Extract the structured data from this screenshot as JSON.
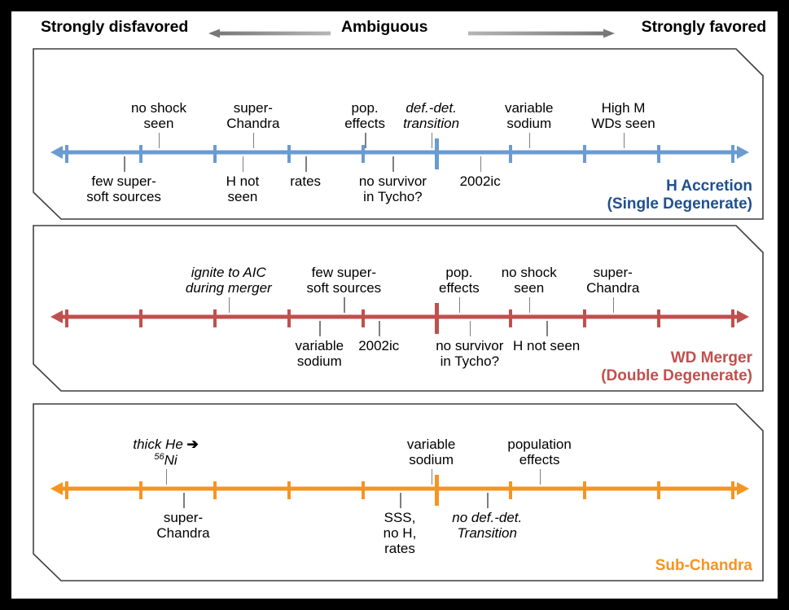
{
  "header": {
    "left_label": "Strongly disfavored",
    "center_label": "Ambiguous",
    "right_label": "Strongly favored",
    "left_arrow_icon": "left-arrow-icon",
    "right_arrow_icon": "right-arrow-icon"
  },
  "colors": {
    "blue": "#6A9BD1",
    "blue_dark": "#1F5090",
    "red": "#C0504D",
    "red_title": "#C0504D",
    "orange": "#F79421",
    "orange_title": "#F79421",
    "leader": "#7F7F7F",
    "panel_border": "#3F3F3F",
    "background": "#FFFFFF",
    "outer": "#000000"
  },
  "panels": [
    {
      "id": "h-accretion",
      "title_line1": "H Accretion",
      "title_line2": "(Single Degenerate)",
      "color": "#6A9BD1",
      "title_color": "#1F5090",
      "axis_ticks": 10,
      "center_tick_index": 5,
      "labels_above": [
        {
          "text_lines": [
            "no shock",
            "seen"
          ],
          "x": 0.155,
          "italic": false
        },
        {
          "text_lines": [
            "super-",
            "Chandra"
          ],
          "x": 0.29,
          "italic": false
        },
        {
          "text_lines": [
            "pop.",
            "effects"
          ],
          "x": 0.45,
          "italic": false
        },
        {
          "text_lines": [
            "def.-det.",
            "transition"
          ],
          "x": 0.545,
          "italic": true
        },
        {
          "text_lines": [
            "variable",
            "sodium"
          ],
          "x": 0.685,
          "italic": false
        },
        {
          "text_lines": [
            "High M",
            "WDs seen"
          ],
          "x": 0.82,
          "italic": false
        }
      ],
      "labels_below": [
        {
          "text_lines": [
            "few super-",
            "soft sources"
          ],
          "x": 0.105,
          "italic": false
        },
        {
          "text_lines": [
            "H not",
            "seen"
          ],
          "x": 0.275,
          "italic": false
        },
        {
          "text_lines": [
            "rates"
          ],
          "x": 0.365,
          "italic": false
        },
        {
          "text_lines": [
            "no survivor",
            "in Tycho?"
          ],
          "x": 0.49,
          "italic": false
        },
        {
          "text_lines": [
            "2002ic"
          ],
          "x": 0.615,
          "italic": false
        }
      ]
    },
    {
      "id": "wd-merger",
      "title_line1": "WD Merger",
      "title_line2": "(Double Degenerate)",
      "color": "#C0504D",
      "title_color": "#C0504D",
      "axis_ticks": 10,
      "center_tick_index": 5,
      "labels_above": [
        {
          "text_lines": [
            "ignite to AIC",
            "during merger"
          ],
          "x": 0.255,
          "italic": true
        },
        {
          "text_lines": [
            "few super-",
            "soft sources"
          ],
          "x": 0.42,
          "italic": false
        },
        {
          "text_lines": [
            "pop.",
            "effects"
          ],
          "x": 0.585,
          "italic": false
        },
        {
          "text_lines": [
            "no shock",
            "seen"
          ],
          "x": 0.685,
          "italic": false
        },
        {
          "text_lines": [
            "super-",
            "Chandra"
          ],
          "x": 0.805,
          "italic": false
        }
      ],
      "labels_below": [
        {
          "text_lines": [
            "variable",
            "sodium"
          ],
          "x": 0.385,
          "italic": false
        },
        {
          "text_lines": [
            "2002ic"
          ],
          "x": 0.47,
          "italic": false
        },
        {
          "text_lines": [
            "no survivor",
            "in Tycho?"
          ],
          "x": 0.6,
          "italic": false
        },
        {
          "text_lines": [
            "H not seen"
          ],
          "x": 0.71,
          "italic": false
        }
      ]
    },
    {
      "id": "sub-chandra",
      "title_line1": "Sub-Chandra",
      "title_line2": "",
      "color": "#F79421",
      "title_color": "#F79421",
      "axis_ticks": 10,
      "center_tick_index": 5,
      "labels_above": [
        {
          "text_lines": [
            "thick He ➔",
            "56|Ni"
          ],
          "x": 0.165,
          "italic": true
        },
        {
          "text_lines": [
            "variable",
            "sodium"
          ],
          "x": 0.545,
          "italic": false
        },
        {
          "text_lines": [
            "population",
            "effects"
          ],
          "x": 0.7,
          "italic": false
        }
      ],
      "labels_below": [
        {
          "text_lines": [
            "super-",
            "Chandra"
          ],
          "x": 0.19,
          "italic": false
        },
        {
          "text_lines": [
            "SSS,",
            "no H,",
            "rates"
          ],
          "x": 0.5,
          "italic": false
        },
        {
          "text_lines": [
            "no def.-det.",
            "Transition"
          ],
          "x": 0.625,
          "italic": true
        }
      ]
    }
  ]
}
